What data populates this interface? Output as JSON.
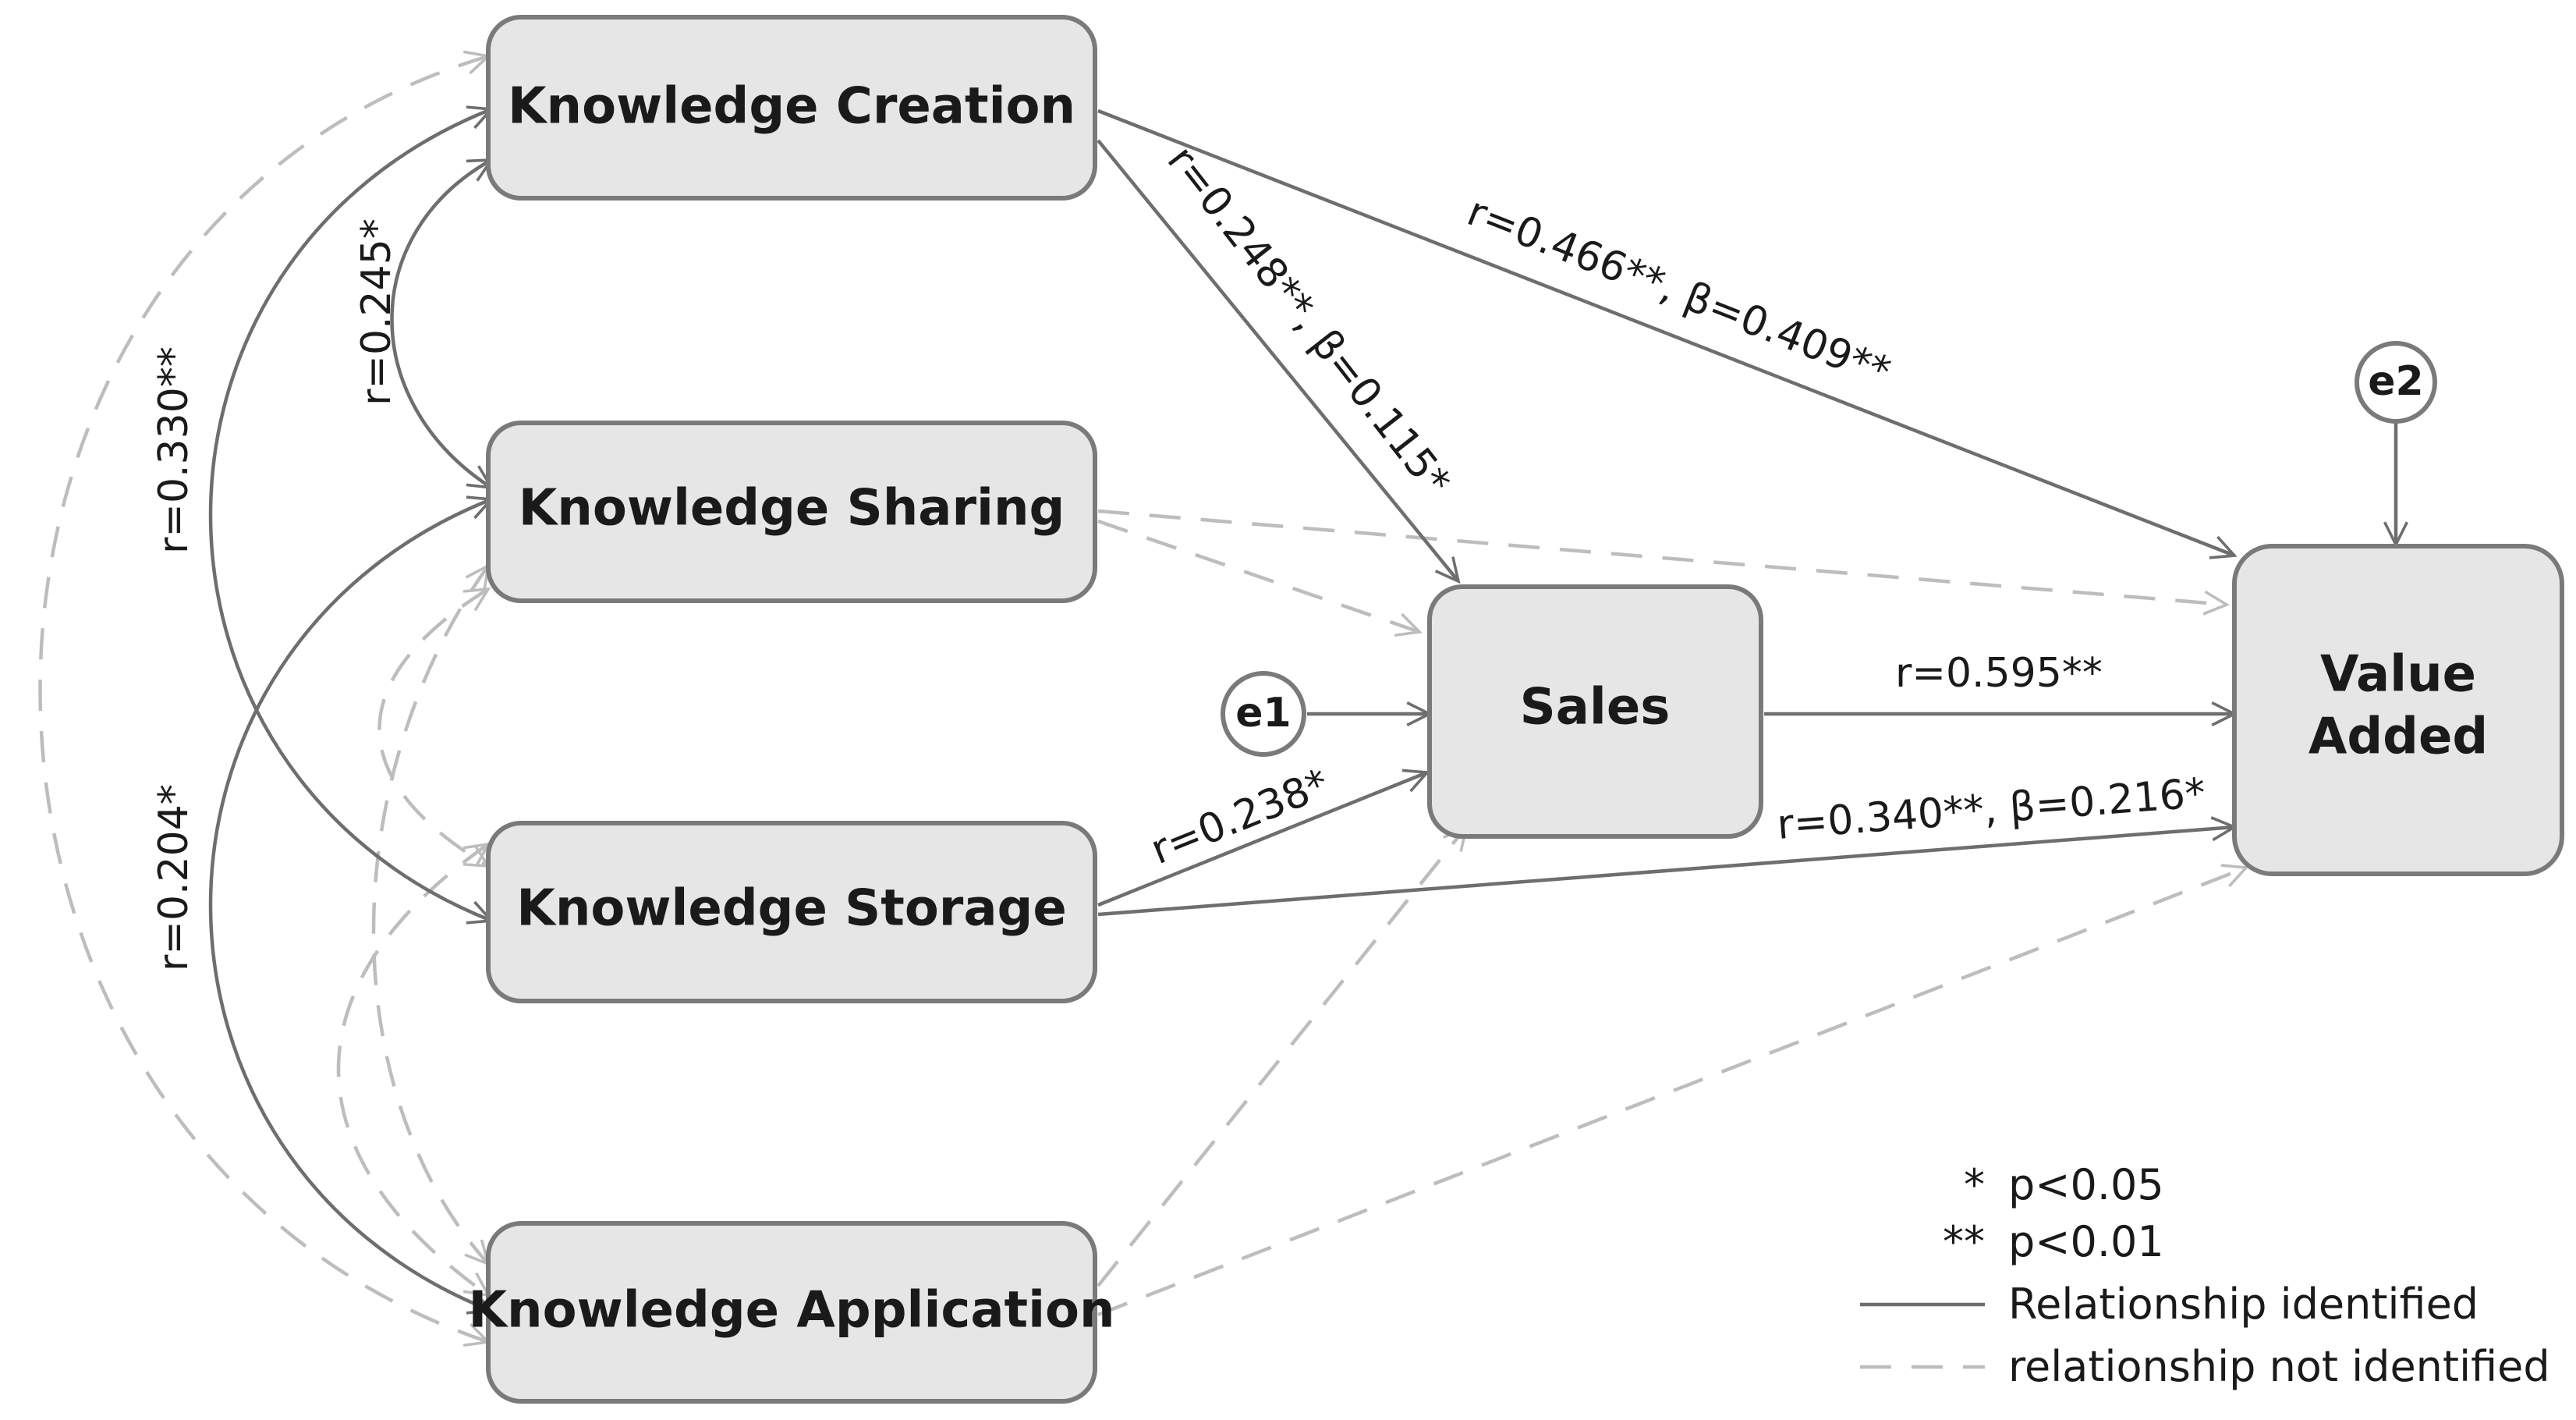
{
  "nodes": {
    "creation": "Knowledge Creation",
    "sharing": "Knowledge Sharing",
    "storage": "Knowledge Storage",
    "application": "Knowledge Application",
    "sales": "Sales",
    "value_line1": "Value",
    "value_line2": "Added",
    "e1": "e1",
    "e2": "e2"
  },
  "edge_labels": {
    "creation_sharing": "r=0.245*",
    "creation_storage": "r=0.330**",
    "sharing_application": "r=0.204*",
    "creation_sales": "r=0.248**, β=0.115*",
    "creation_value": "r=0.466**, β=0.409**",
    "storage_sales": "r=0.238*",
    "sales_value": "r=0.595**",
    "storage_value": "r=0.340**, β=0.216*"
  },
  "legend": {
    "p05_symbol": "*",
    "p05_text": "p<0.05",
    "p01_symbol": "**",
    "p01_text": "p<0.01",
    "solid_text": "Relationship identified",
    "dashed_text": "relationship not identified"
  },
  "colors": {
    "box_fill": "#e6e6e6",
    "box_stroke": "#7a7a7a",
    "solid_line": "#6e6e6e",
    "dashed_line": "#bdbdbd"
  }
}
